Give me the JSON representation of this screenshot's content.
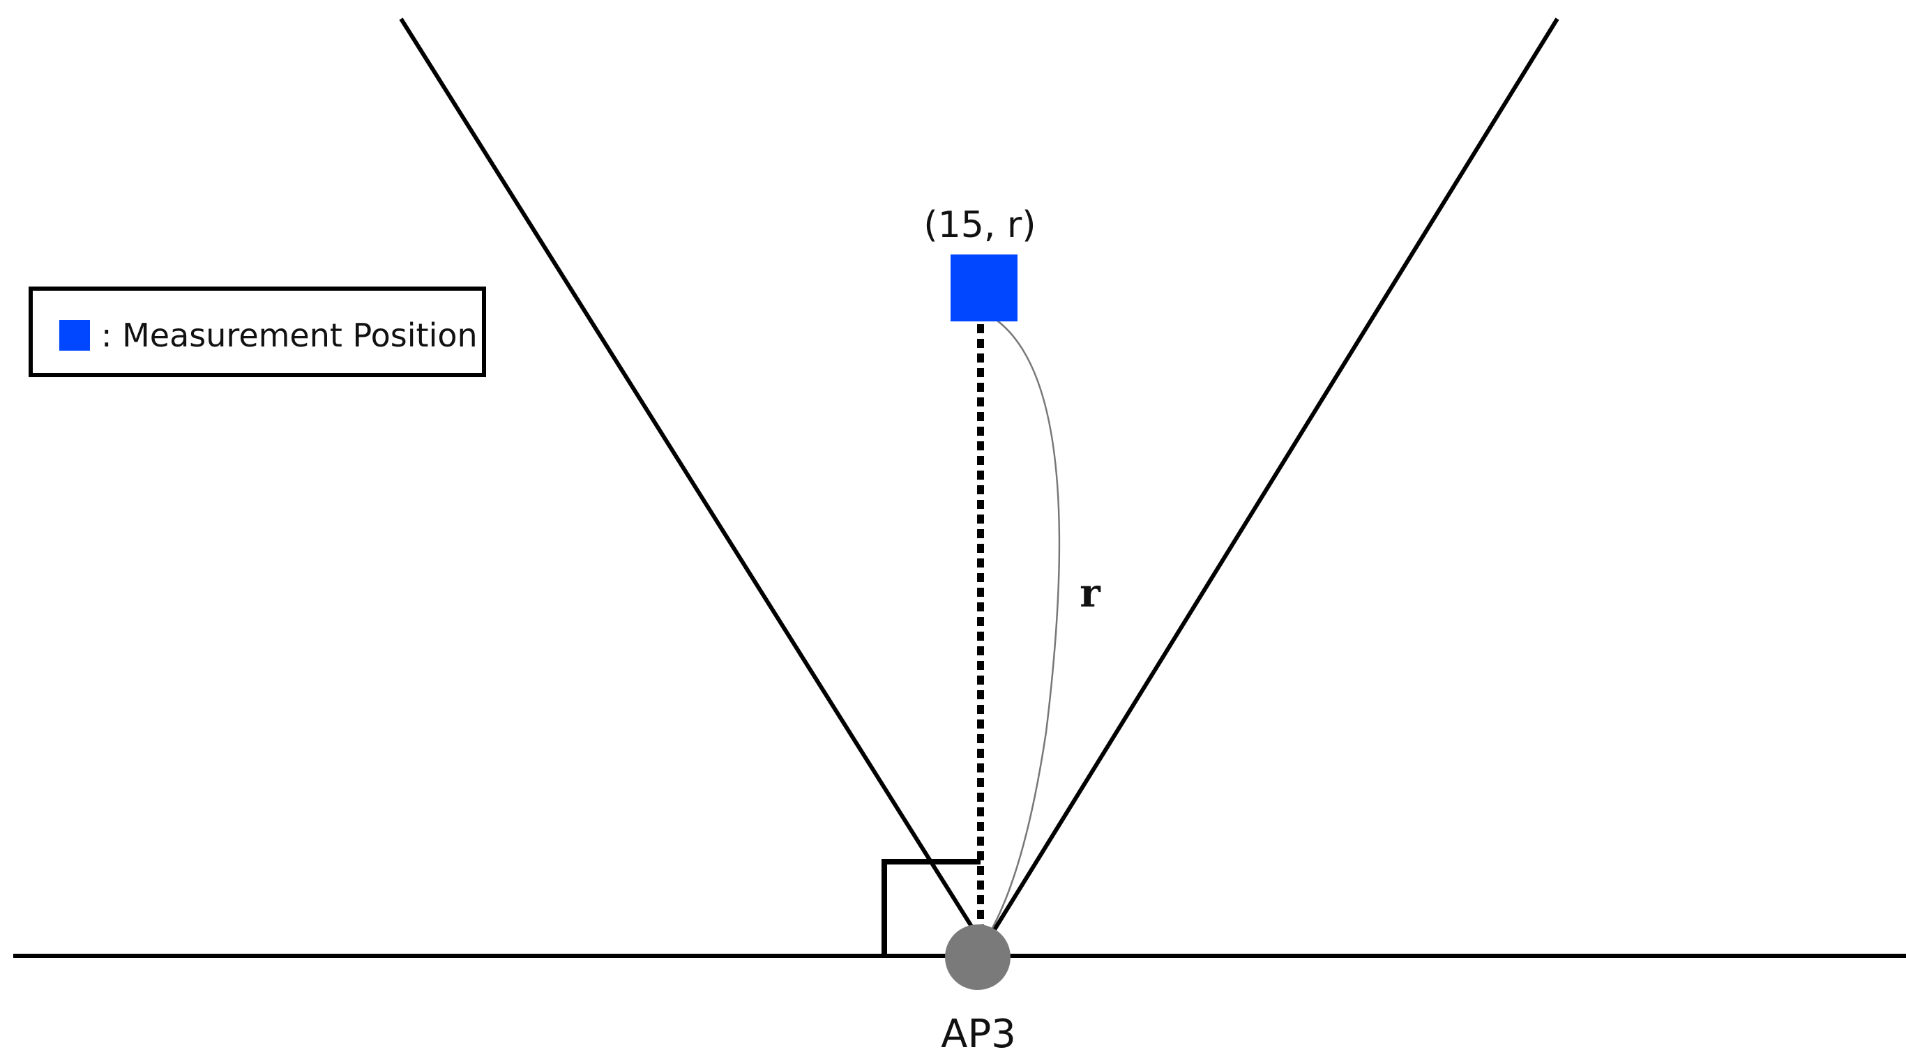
{
  "legend": {
    "label": ": Measurement Position",
    "marker_color": "#0047FF"
  },
  "measurement_point": {
    "label": "(15, r)",
    "color": "#0047FF"
  },
  "radius_label": "r",
  "access_point": {
    "label": "AP3",
    "color": "#7A7A7A"
  },
  "colors": {
    "line": "#000000",
    "arc": "#777777"
  }
}
